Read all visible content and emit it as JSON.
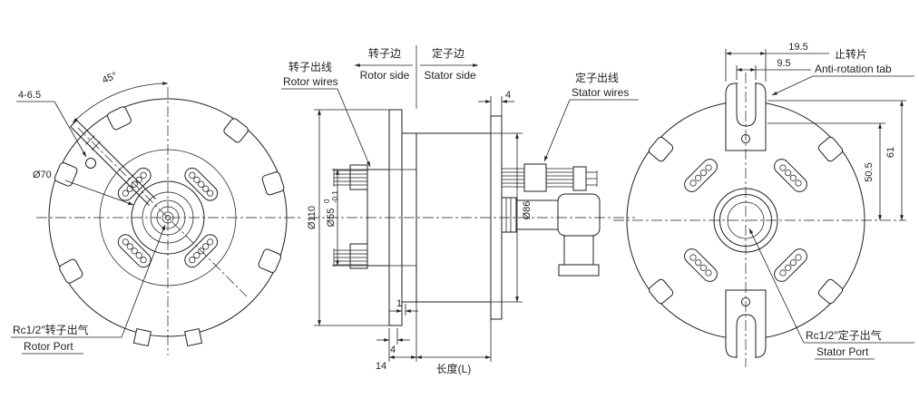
{
  "page": {
    "background": "#ffffff",
    "line_color": "#1f1f1f"
  },
  "left_view": {
    "angle": "45°",
    "holes": "4-6.5",
    "dia70": "Ø70",
    "port_cn": "Rc1/2″转子出气",
    "port_en": "Rotor Port"
  },
  "center_view": {
    "rotor_side_cn": "转子边",
    "rotor_side_en": "Rotor side",
    "stator_side_cn": "定子边",
    "stator_side_en": "Stator side",
    "rotor_wires_cn": "转子出线",
    "rotor_wires_en": "Rotor wires",
    "stator_wires_cn": "定子出线",
    "stator_wires_en": "Stator wires",
    "dim_plate_4": "4",
    "dia110": "Ø110",
    "dia55": "Ø55",
    "dia55_tol_upper": "0",
    "dia55_tol_lower": "-0.1",
    "dia86": "Ø86",
    "dim_1": "1",
    "dim_4": "4",
    "dim_14": "14",
    "length_label": "长度(L)"
  },
  "right_view": {
    "dim_19_5": "19.5",
    "dim_9_5": "9.5",
    "tab_cn": "止转片",
    "tab_en": "Anti-rotation tab",
    "dim_61": "61",
    "dim_50_5": "50.5",
    "port_cn": "Rc1/2″定子出气",
    "port_en": "Stator Port"
  }
}
